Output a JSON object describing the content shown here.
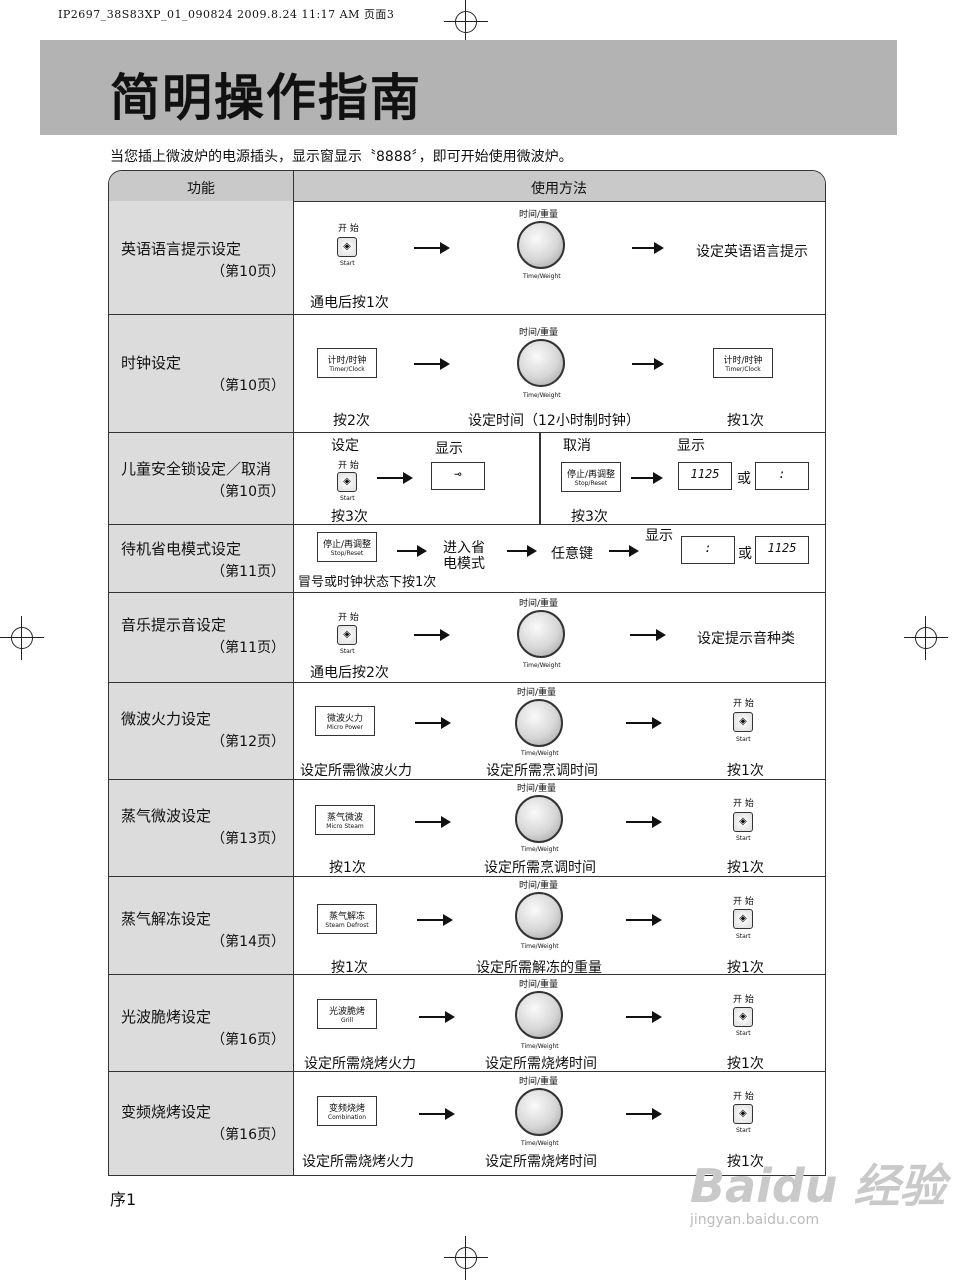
{
  "header_line": "IP2697_38S83XP_01_090824  2009.8.24 11:17 AM  页面3",
  "title": "简明操作指南",
  "intro": "当您插上微波炉的电源插头，显示窗显示〝8888〞，即可开始使用微波炉。",
  "table_headers": {
    "function": "功能",
    "method": "使用方法"
  },
  "knob_top": "时间/重量",
  "knob_bottom": "Time/Weight",
  "start_top": "开 始",
  "start_bottom": "Start",
  "rows": [
    {
      "name": "英语语言提示设定",
      "page": "（第10页）",
      "under_left": "通电后按1次",
      "result": "设定英语语言提示"
    },
    {
      "name": "时钟设定",
      "page": "（第10页）",
      "key_cn": "计时/时钟",
      "key_en": "Timer/Clock",
      "under_left": "按2次",
      "under_mid": "设定时间（12小时制时钟）",
      "under_right": "按1次"
    },
    {
      "name": "儿童安全锁设定／取消",
      "page": "（第10页）",
      "set": "设定",
      "show": "显示",
      "cancel": "取消",
      "under_left": "按3次",
      "under_right": "按3次",
      "lcd_time": "1125",
      "or": "或",
      "lcd_colon": ":",
      "key_cn": "停止/再调整",
      "key_en": "Stop/Reset"
    },
    {
      "name": "待机省电模式设定",
      "page": "（第11页）",
      "key_cn": "停止/再调整",
      "key_en": "Stop/Reset",
      "step2": "进入省电模式",
      "step3": "任意键",
      "show": "显示",
      "under_left": "冒号或时钟状态下按1次",
      "lcd_colon": ":",
      "or": "或",
      "lcd_time": "1125"
    },
    {
      "name": "音乐提示音设定",
      "page": "（第11页）",
      "under_left": "通电后按2次",
      "result": "设定提示音种类"
    },
    {
      "name": "微波火力设定",
      "page": "（第12页）",
      "key_cn": "微波火力",
      "key_en": "Micro Power",
      "under_left": "设定所需微波火力",
      "under_mid": "设定所需烹调时间",
      "under_right": "按1次"
    },
    {
      "name": "蒸气微波设定",
      "page": "（第13页）",
      "key_cn": "蒸气微波",
      "key_en": "Micro Steam",
      "under_left": "按1次",
      "under_mid": "设定所需烹调时间",
      "under_right": "按1次"
    },
    {
      "name": "蒸气解冻设定",
      "page": "（第14页）",
      "key_cn": "蒸气解冻",
      "key_en": "Steam Defrost",
      "under_left": "按1次",
      "under_mid": "设定所需解冻的重量",
      "under_right": "按1次"
    },
    {
      "name": "光波脆烤设定",
      "page": "（第16页）",
      "key_cn": "光波脆烤",
      "key_en": "Grill",
      "under_left": "设定所需烧烤火力",
      "under_mid": "设定所需烧烤时间",
      "under_right": "按1次"
    },
    {
      "name": "变频烧烤设定",
      "page": "（第16页）",
      "key_cn": "变频烧烤",
      "key_en": "Combination",
      "under_left": "设定所需烧烤火力",
      "under_mid": "设定所需烧烤时间",
      "under_right": "按1次"
    }
  ],
  "page_number": "序1",
  "watermark": {
    "text": "Baidu 经验",
    "url": "jingyan.baidu.com"
  }
}
